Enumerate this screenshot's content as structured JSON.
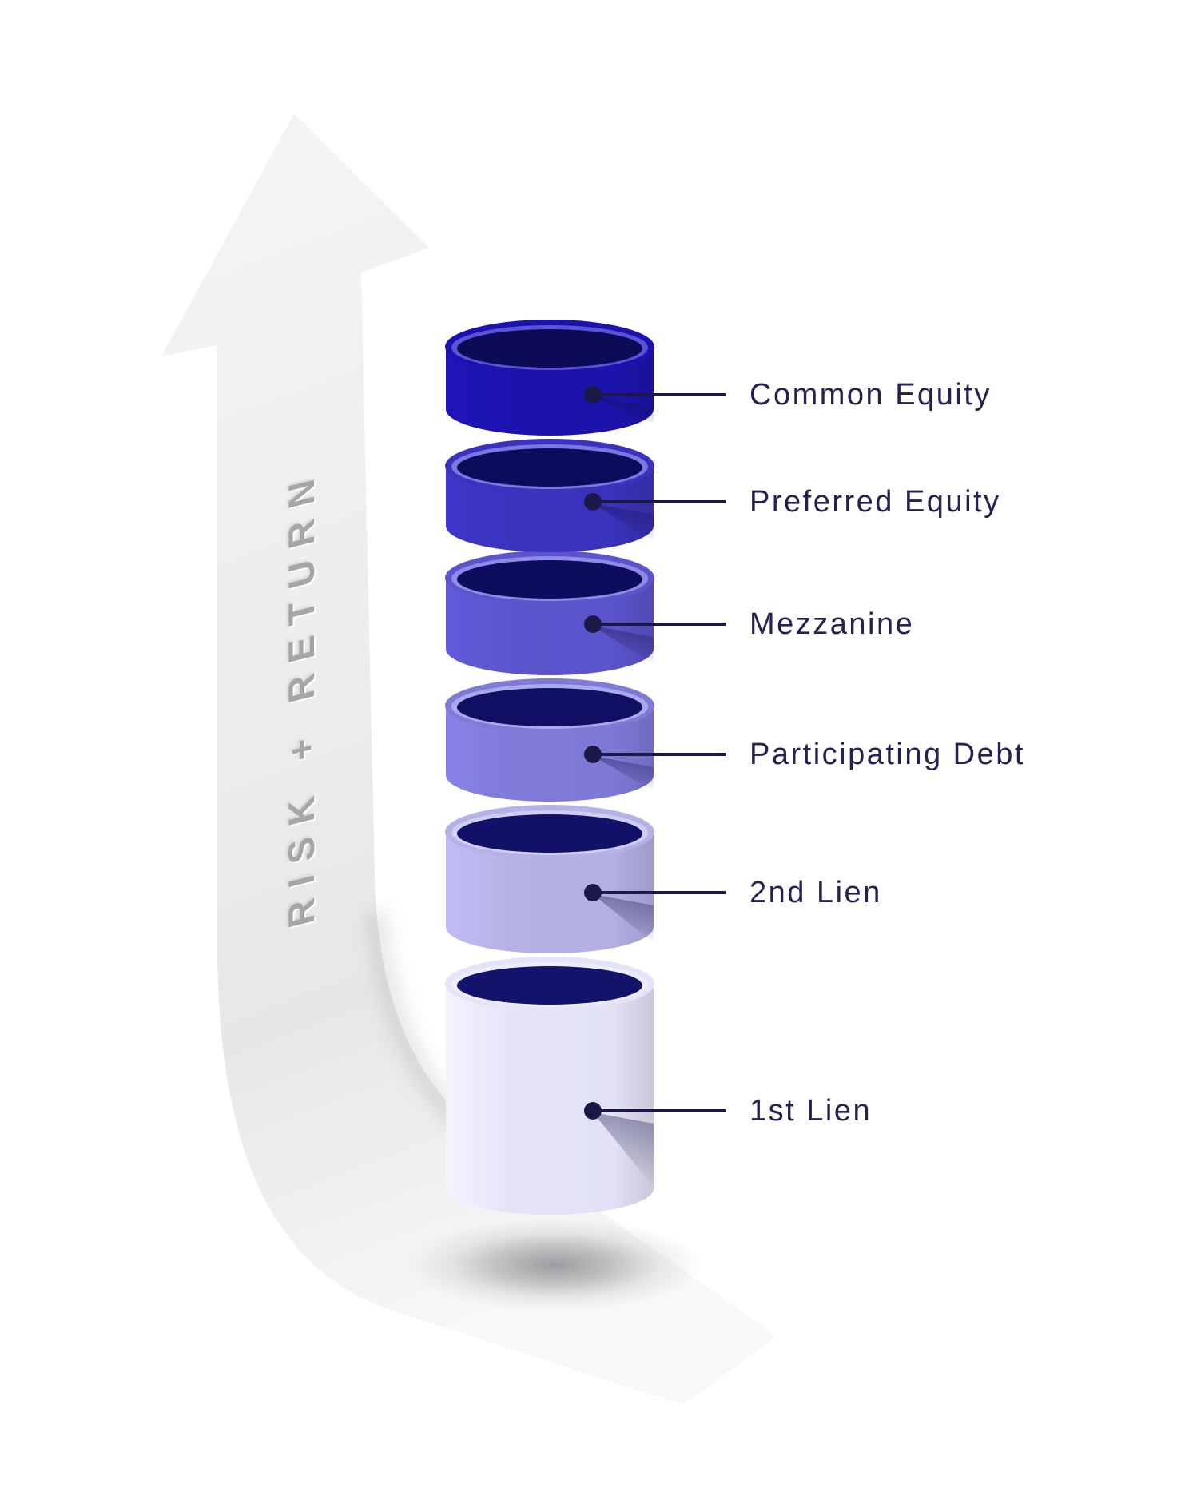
{
  "diagram": {
    "title_present": false,
    "arrow_label": "RISK + RETURN",
    "layers": [
      {
        "label": "Common Equity",
        "wall": "#1c13ae",
        "rim": "#5a52d8",
        "interior": "#0b0b58"
      },
      {
        "label": "Preferred Equity",
        "wall": "#3a33bd",
        "rim": "#7d77e3",
        "interior": "#0c0c5c"
      },
      {
        "label": "Mezzanine",
        "wall": "#5b55cd",
        "rim": "#8f8ae8",
        "interior": "#0d0d60"
      },
      {
        "label": "Participating Debt",
        "wall": "#7f7ad8",
        "rim": "#aca8ed",
        "interior": "#0f0f64"
      },
      {
        "label": "2nd Lien",
        "wall": "#b3b1e5",
        "rim": "#cecdf3",
        "interior": "#111168"
      },
      {
        "label": "1st Lien",
        "wall": "#e4e3f7",
        "rim": "#edecfb",
        "interior": "#13136c"
      }
    ],
    "colors": {
      "background": "#ffffff",
      "label_text": "#262250",
      "callout_line": "#1b1847",
      "arrow_fill": "#ededed",
      "arrow_text": "#a6a6a6",
      "floor_shadow": "#4a4a52",
      "wedge_shadow": "#121048"
    }
  }
}
